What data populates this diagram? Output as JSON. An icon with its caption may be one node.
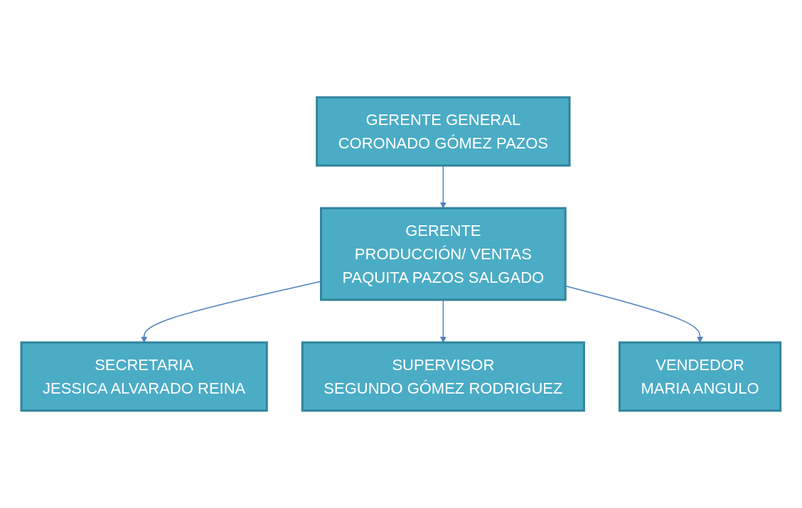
{
  "diagram": {
    "nodes": [
      {
        "text": [
          "GERENTE GENERAL",
          "CORONADO GÓMEZ PAZOS"
        ]
      },
      {
        "text": [
          "GERENTE",
          "PRODUCCIÓN/ VENTAS",
          "PAQUITA PAZOS SALGADO"
        ]
      },
      {
        "text": [
          "SECRETARIA",
          "JESSICA ALVARADO REINA"
        ]
      },
      {
        "text": [
          "SUPERVISOR",
          "SEGUNDO GÓMEZ RODRIGUEZ"
        ]
      },
      {
        "text": [
          "VENDEDOR",
          "MARIA ANGULO"
        ]
      }
    ],
    "edges": [
      {
        "from": 0,
        "to": 1,
        "arrow": "to"
      },
      {
        "from": 1,
        "to": 2,
        "arrow": "to"
      },
      {
        "from": 1,
        "to": 3,
        "arrow": "to"
      },
      {
        "from": 1,
        "to": 4,
        "arrow": "to"
      }
    ]
  }
}
